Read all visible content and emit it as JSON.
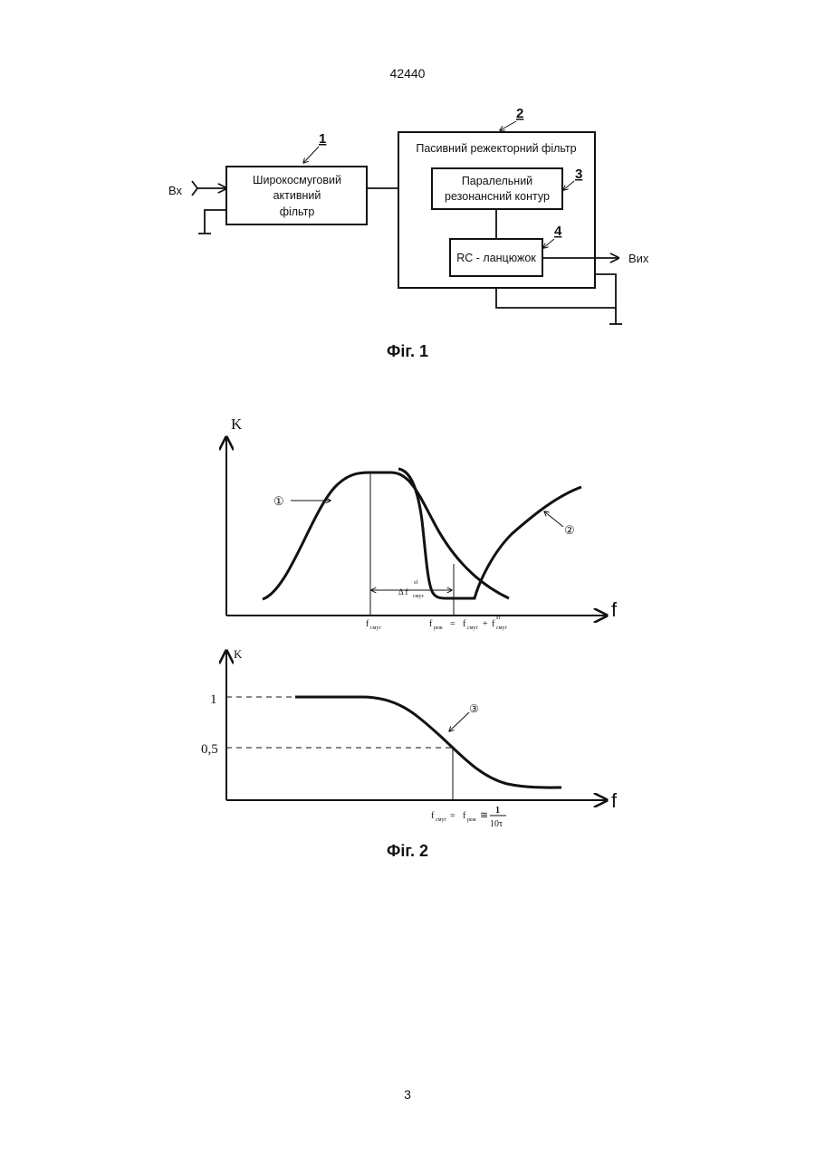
{
  "page": {
    "doc_number": "42440",
    "page_number": "3"
  },
  "fig1": {
    "caption": "Фіг. 1",
    "input_label": "Вх",
    "output_label": "Вих",
    "block1": {
      "number": "1",
      "lines": [
        "Широкосмуговий",
        "активний",
        "фільтр"
      ]
    },
    "block2": {
      "number": "2",
      "title": "Пасивний режекторний фільтр"
    },
    "block3": {
      "number": "3",
      "lines": [
        "Паралельний",
        "резонансний контур"
      ]
    },
    "block4": {
      "number": "4",
      "label": "RC - ланцюжок"
    }
  },
  "fig2": {
    "caption": "Фіг. 2",
    "top": {
      "y_axis_label": "K",
      "x_axis_label": "f",
      "curve1_marker": "①",
      "curve2_marker": "②",
      "delta_label": "Δ f",
      "delta_sup": "sf",
      "delta_sub": "смуг",
      "tick1_main": "f",
      "tick1_sub": "смуг",
      "tick2_main": "f",
      "tick2_sub": "реж",
      "tick2_eq": "=",
      "tick2_rhs_main": "f",
      "tick2_rhs_sub": "смуг",
      "tick2_plus": "+",
      "tick2_rhs2_main": "f",
      "tick2_rhs2_sup": "sf",
      "tick2_rhs2_sub": "смуг"
    },
    "bottom": {
      "y_axis_label": "K",
      "x_axis_label": "f",
      "y_tick_1": "1",
      "y_tick_05": "0,5",
      "curve3_marker": "③",
      "tick_left_main": "f",
      "tick_left_sub": "смуг",
      "tick_eq": "=",
      "tick_mid_main": "f",
      "tick_mid_sub": "реж",
      "tick_approx": "≅",
      "frac_num": "1",
      "frac_den": "10τ"
    }
  }
}
